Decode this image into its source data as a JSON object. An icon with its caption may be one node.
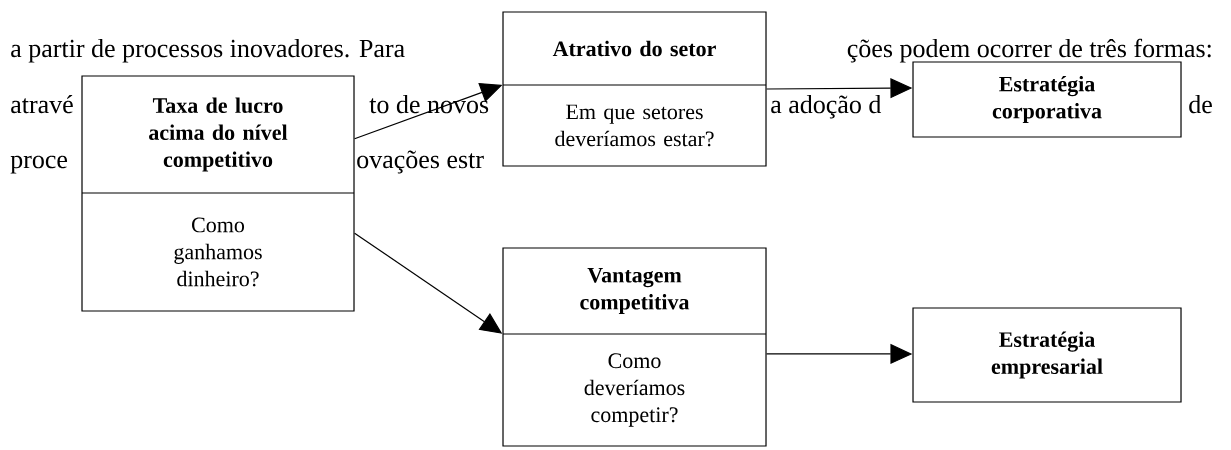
{
  "diagram": {
    "nodes": [
      {
        "text": [
          "Taxa de lucro acima do nível competitivo",
          "Como ganhamos dinheiro?"
        ]
      },
      {
        "text": [
          "Atrativo do setor",
          "Em que setores deveríamos estar?"
        ]
      },
      {
        "text": [
          "Estratégia corporativa"
        ]
      },
      {
        "text": [
          "Vantagem competitiva",
          "Como deveríamos competir?"
        ]
      },
      {
        "text": [
          "Estratégia empresarial"
        ]
      }
    ],
    "edges": [
      {
        "from": 0,
        "to": 1,
        "arrow": "to"
      },
      {
        "from": 0,
        "to": 3,
        "arrow": "to"
      },
      {
        "from": 1,
        "to": 2,
        "arrow": "to"
      },
      {
        "from": 3,
        "to": 4,
        "arrow": "to"
      }
    ],
    "labels": [
      "a partir de processos inovadores. Para",
      "ções podem ocorrer de três formas:",
      "atravé",
      "to de novos",
      "a adoção d",
      "de",
      "proce",
      "ovações estr"
    ]
  }
}
